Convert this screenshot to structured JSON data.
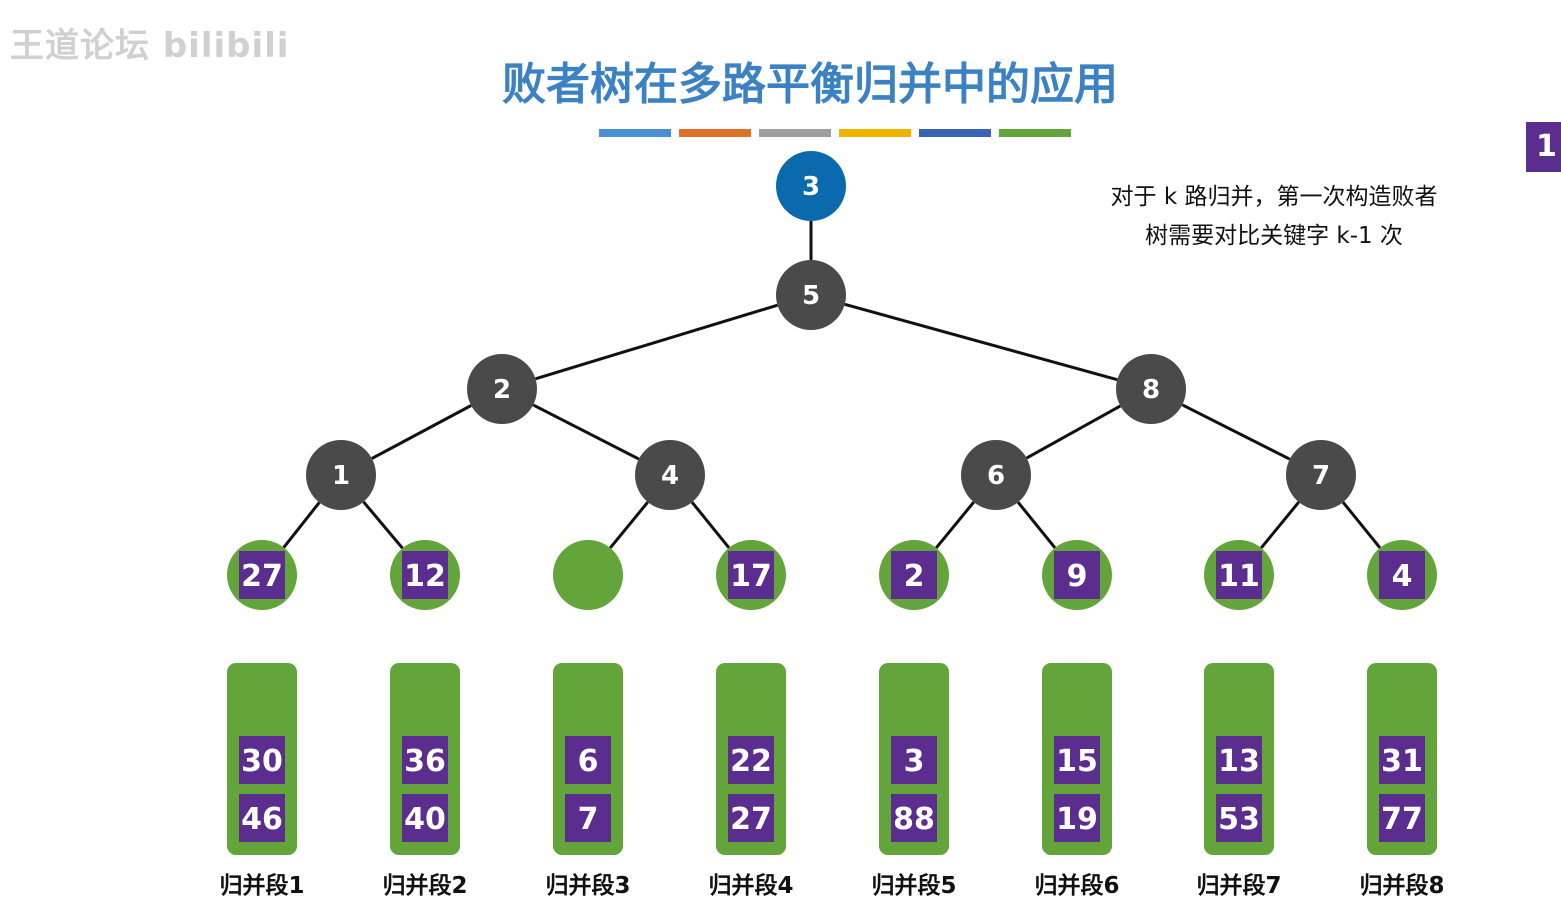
{
  "watermark": "王道论坛 bilibili",
  "title": "败者树在多路平衡归并中的应用",
  "title_color": "#3b82c4",
  "color_bar": [
    "#4a8fd1",
    "#e0702a",
    "#9e9e9e",
    "#f0b400",
    "#3a63b5",
    "#63a53a"
  ],
  "note": [
    "对于 k 路归并，第一次构造败者",
    "树需要对比关键字 k-1 次"
  ],
  "page_badge": "1",
  "colors": {
    "root": "#0b6aad",
    "internal": "#4a4a4a",
    "leaf": "#63a53a",
    "key_box": "#5b2d8e",
    "edge": "#111111"
  },
  "tree": {
    "root": "3",
    "internal": [
      "5",
      "2",
      "8",
      "1",
      "4",
      "6",
      "7"
    ],
    "leaves": [
      "27",
      "12",
      "",
      "17",
      "2",
      "9",
      "11",
      "4"
    ]
  },
  "segments": [
    {
      "label": "归并段1",
      "keys": [
        "30",
        "46"
      ]
    },
    {
      "label": "归并段2",
      "keys": [
        "36",
        "40"
      ]
    },
    {
      "label": "归并段3",
      "keys": [
        "6",
        "7"
      ]
    },
    {
      "label": "归并段4",
      "keys": [
        "22",
        "27"
      ]
    },
    {
      "label": "归并段5",
      "keys": [
        "3",
        "88"
      ]
    },
    {
      "label": "归并段6",
      "keys": [
        "15",
        "19"
      ]
    },
    {
      "label": "归并段7",
      "keys": [
        "13",
        "53"
      ]
    },
    {
      "label": "归并段8",
      "keys": [
        "31",
        "77"
      ]
    }
  ]
}
